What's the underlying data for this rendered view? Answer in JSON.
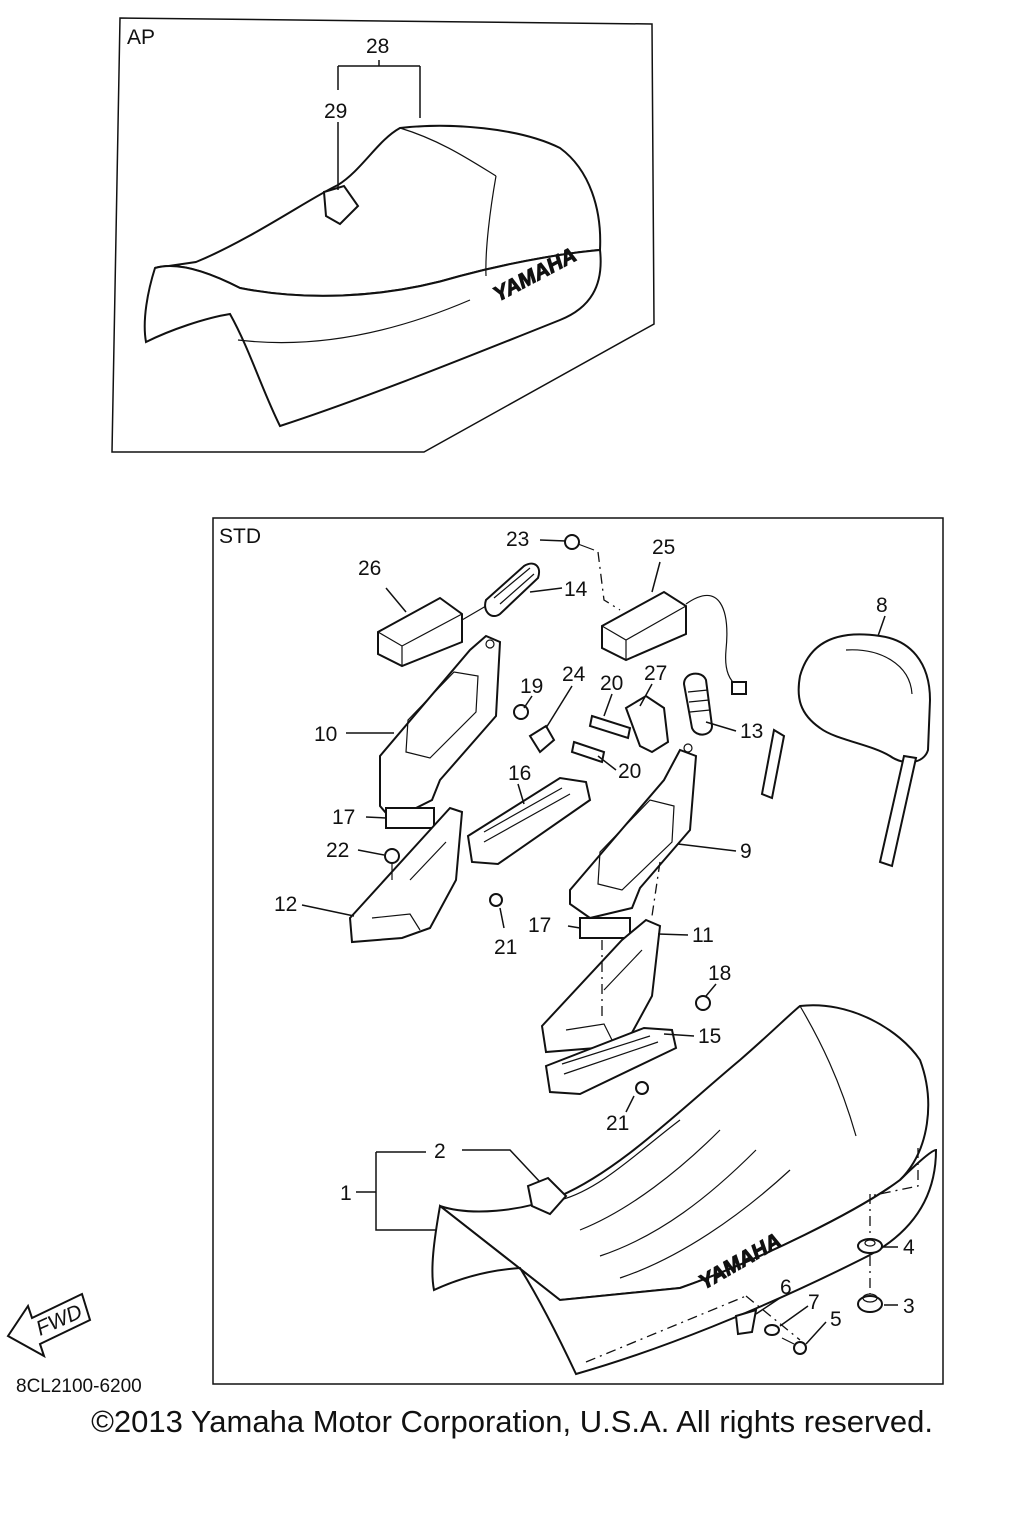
{
  "panels": {
    "ap": {
      "title": "AP"
    },
    "std": {
      "title": "STD"
    }
  },
  "logo_text": "YAMAHA",
  "fwd_label": "FWD",
  "part_code": "8CL2100-6200",
  "copyright": "©2013 Yamaha Motor Corporation, U.S.A. All rights reserved.",
  "callouts": {
    "c1": "1",
    "c2": "2",
    "c3": "3",
    "c4": "4",
    "c5": "5",
    "c6": "6",
    "c7": "7",
    "c8": "8",
    "c9": "9",
    "c10": "10",
    "c11": "11",
    "c12": "12",
    "c13": "13",
    "c14": "14",
    "c15": "15",
    "c16": "16",
    "c17a": "17",
    "c17b": "17",
    "c18": "18",
    "c19": "19",
    "c20a": "20",
    "c20b": "20",
    "c21a": "21",
    "c21b": "21",
    "c22": "22",
    "c23": "23",
    "c24": "24",
    "c25": "25",
    "c26": "26",
    "c27": "27",
    "c28": "28",
    "c29": "29"
  }
}
